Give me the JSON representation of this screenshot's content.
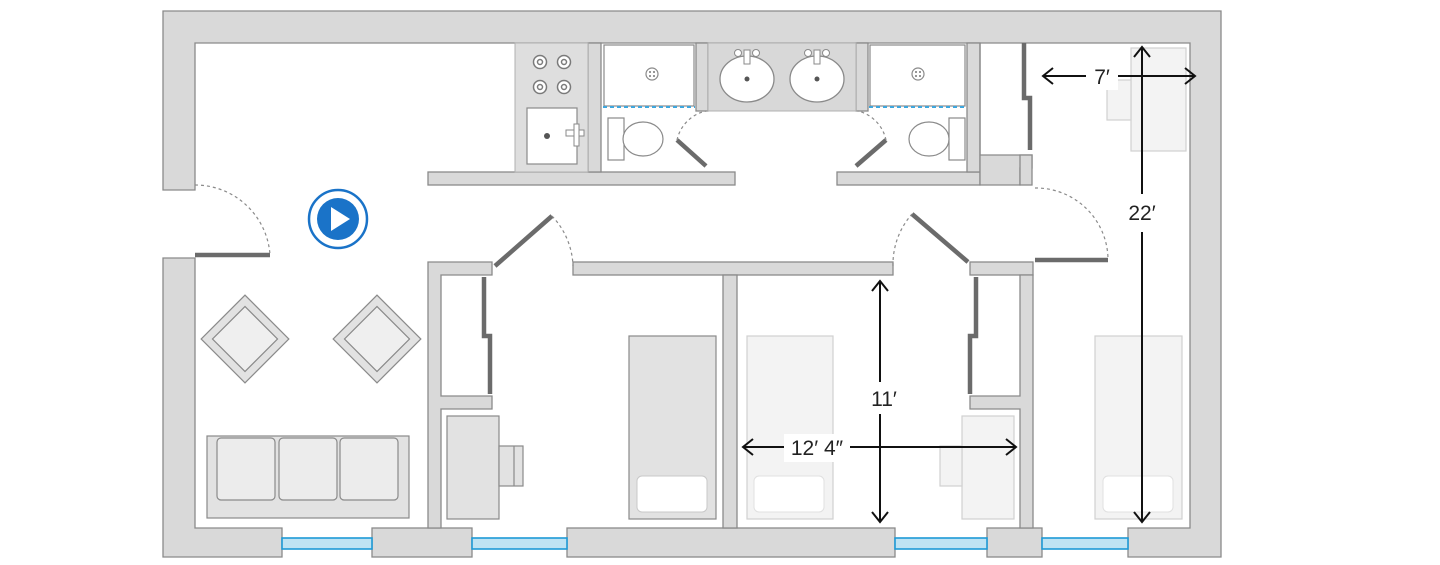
{
  "floorplan": {
    "dimensions": {
      "bedroom_width": "7′",
      "unit_depth": "22′",
      "bedroom_depth": "11′",
      "bedroom_length": "12′ 4″"
    },
    "play_button": {
      "icon": "play-icon",
      "color": "#1a73c8"
    },
    "colors": {
      "wall_fill": "#d9d9d9",
      "wall_stroke": "#8a8a8a",
      "window": "#1e9ad6",
      "furniture": "#e2e2e2",
      "shower_curtain": "#3ea6dd"
    }
  }
}
